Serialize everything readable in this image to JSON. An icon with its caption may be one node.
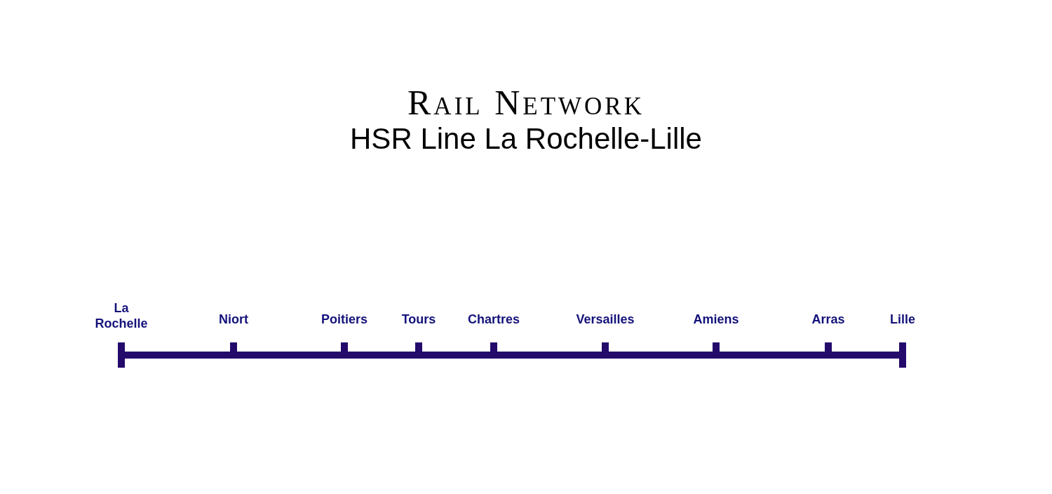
{
  "diagram": {
    "title": "Rail Network",
    "nodes": [
      {
        "text": [],
        "shape": "bar",
        "beside": [
          "La Rochelle"
        ]
      },
      {
        "text": [],
        "shape": "bar",
        "beside": [
          "Niort"
        ]
      },
      {
        "text": [],
        "shape": "bar",
        "beside": [
          "Poitiers"
        ]
      },
      {
        "text": [],
        "shape": "bar",
        "beside": [
          "Tours"
        ]
      },
      {
        "text": [],
        "shape": "bar",
        "beside": [
          "Chartres"
        ]
      },
      {
        "text": [],
        "shape": "bar",
        "beside": [
          "Versailles"
        ]
      },
      {
        "text": [],
        "shape": "bar",
        "beside": [
          "Amiens"
        ]
      },
      {
        "text": [],
        "shape": "bar",
        "beside": [
          "Arras"
        ]
      },
      {
        "text": [],
        "shape": "bar",
        "beside": [
          "Lille"
        ]
      }
    ],
    "edges": [
      {
        "from": 0,
        "to": 1,
        "arrow": "none"
      },
      {
        "from": 1,
        "to": 2,
        "arrow": "none"
      },
      {
        "from": 2,
        "to": 3,
        "arrow": "none"
      },
      {
        "from": 3,
        "to": 4,
        "arrow": "none"
      },
      {
        "from": 4,
        "to": 5,
        "arrow": "none"
      },
      {
        "from": 5,
        "to": 6,
        "arrow": "none"
      },
      {
        "from": 6,
        "to": 7,
        "arrow": "none"
      },
      {
        "from": 7,
        "to": 8,
        "arrow": "none"
      }
    ],
    "labels": [
      "HSR Line La Rochelle-Lille"
    ]
  }
}
